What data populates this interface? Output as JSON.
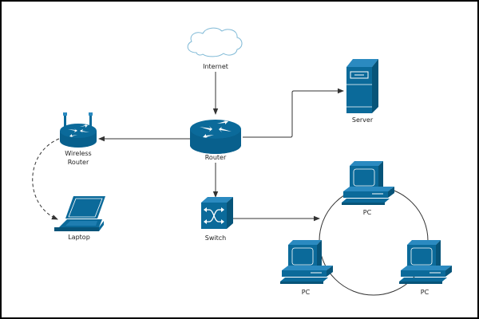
{
  "colors": {
    "device_fill": "#0b6a9a",
    "device_dark": "#075479",
    "device_light": "#2b8ac0",
    "cloud_stroke": "#7fb9d6",
    "connector": "#333333"
  },
  "nodes": [
    {
      "id": "internet",
      "label": "Internet",
      "icon": "cloud-icon"
    },
    {
      "id": "router",
      "label": "Router",
      "icon": "router-icon"
    },
    {
      "id": "server",
      "label": "Server",
      "icon": "server-icon"
    },
    {
      "id": "wireless_router",
      "label": "Wireless\nRouter",
      "icon": "wireless-router-icon"
    },
    {
      "id": "laptop",
      "label": "Laptop",
      "icon": "laptop-icon"
    },
    {
      "id": "switch",
      "label": "Switch",
      "icon": "switch-icon"
    },
    {
      "id": "pc1",
      "label": "PC",
      "icon": "pc-icon"
    },
    {
      "id": "pc2",
      "label": "PC",
      "icon": "pc-icon"
    },
    {
      "id": "pc3",
      "label": "PC",
      "icon": "pc-icon"
    }
  ],
  "labels": {
    "internet": "Internet",
    "router": "Router",
    "server": "Server",
    "wireless_router_line1": "Wireless",
    "wireless_router_line2": "Router",
    "laptop": "Laptop",
    "switch": "Switch",
    "pc1": "PC",
    "pc2": "PC",
    "pc3": "PC"
  },
  "edges": [
    {
      "from": "internet",
      "to": "router",
      "style": "solid",
      "arrow": "end"
    },
    {
      "from": "router",
      "to": "server",
      "style": "solid-elbow",
      "arrow": "end"
    },
    {
      "from": "router",
      "to": "wireless_router",
      "style": "solid",
      "arrow": "end"
    },
    {
      "from": "wireless_router",
      "to": "laptop",
      "style": "dashed-curve",
      "arrow": "end"
    },
    {
      "from": "router",
      "to": "switch",
      "style": "solid",
      "arrow": "end"
    },
    {
      "from": "switch",
      "to": "pc_ring",
      "style": "solid",
      "arrow": "end"
    },
    {
      "from": "pc1",
      "to": "pc2",
      "style": "ring"
    },
    {
      "from": "pc2",
      "to": "pc3",
      "style": "ring"
    },
    {
      "from": "pc3",
      "to": "pc1",
      "style": "ring"
    }
  ]
}
